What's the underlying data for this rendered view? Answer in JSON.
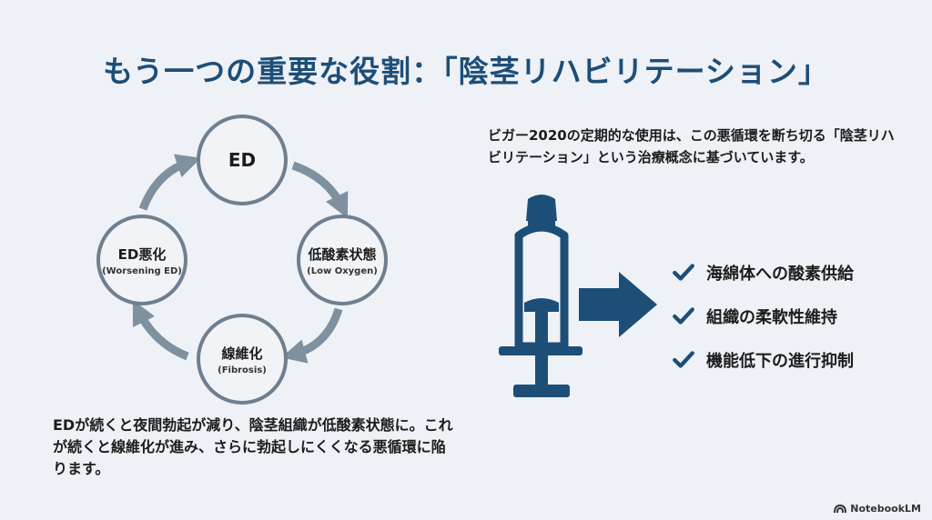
{
  "title": "もう一つの重要な役割：「陰茎リハビリテーション」",
  "cycle": {
    "nodes": [
      {
        "label": "ED",
        "sub": ""
      },
      {
        "label": "低酸素状態",
        "sub": "(Low Oxygen)"
      },
      {
        "label": "線維化",
        "sub": "(Fibrosis)"
      },
      {
        "label": "ED悪化",
        "sub": "(Worsening ED)"
      }
    ],
    "description": "EDが続くと夜間勃起が減り、陰茎組織が低酸素状態に。これが続くと線維化が進み、さらに勃起しにくくなる悪循環に陥ります。"
  },
  "intro": "ビガー2020の定期的な使用は、この悪循環を断ち切る「陰茎リハビリテーション」という治療概念に基づいています。",
  "benefits": [
    "海綿体への酸素供給",
    "組織の柔軟性維持",
    "機能低下の進行抑制"
  ],
  "colors": {
    "accent": "#1d4e78",
    "node_border": "#6e7f8f",
    "arrow": "#7f909f",
    "background": "#eef1f5"
  },
  "brand": "NotebookLM"
}
